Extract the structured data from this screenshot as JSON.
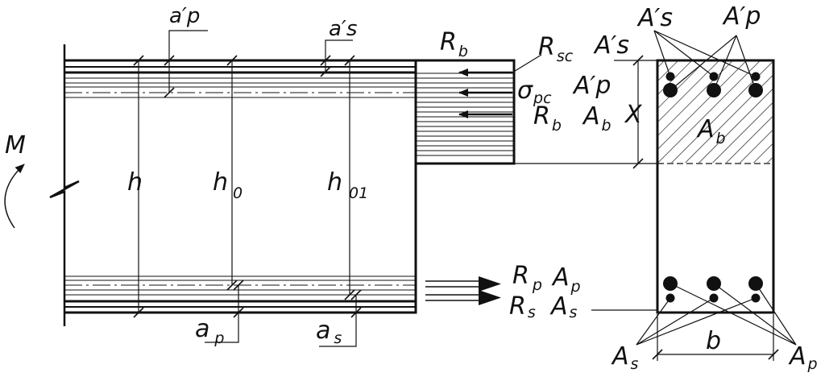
{
  "labels": {
    "moment": "M",
    "a_p_top": "a′p",
    "a_s_top": "a′s",
    "h": "h",
    "h0": "h",
    "h0_sub": "0",
    "h01": "h",
    "h01_sub": "01",
    "a_p_bottom": "a",
    "a_p_bottom_sub": "p",
    "a_s_bottom": "a",
    "a_s_bottom_sub": "s",
    "Rb_zone": "R",
    "Rb_zone_sub": "b",
    "Rsc_As": "R",
    "Rsc_sub": "sc",
    "As_prime": "A′s",
    "sigma_pc": "σ",
    "sigma_pc_sub": "pc",
    "Ap_prime": "A′p",
    "Rb_Ab": "R",
    "Rb_Ab_sub": "b",
    "Ab_after_Rb": "A",
    "Ab_after_Rb_sub": "b",
    "Rp_Ap": "R",
    "Rp_sub": "p",
    "Ap_force": "A",
    "Ap_force_sub": "p",
    "Rs_As": "R",
    "Rs_sub": "s",
    "As_force": "A",
    "As_force_sub": "s",
    "X": "X",
    "As_prime_section": "A′s",
    "Ap_prime_section": "A′p",
    "Ab_section": "A",
    "Ab_section_sub": "b",
    "b": "b",
    "As_section": "A",
    "As_section_sub": "s",
    "Ap_section": "A",
    "Ap_section_sub": "p"
  }
}
